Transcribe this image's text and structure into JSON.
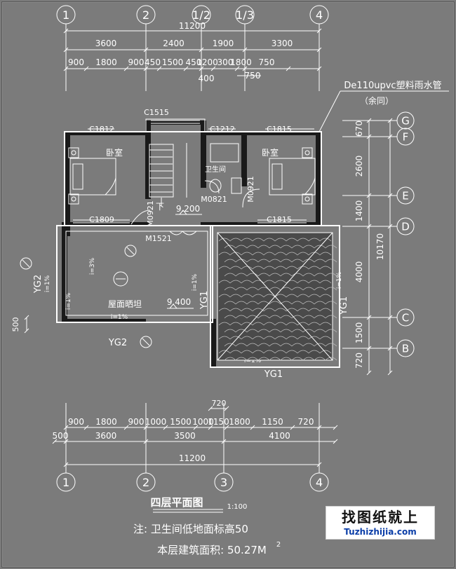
{
  "grid_top": [
    "1",
    "2",
    "1/2",
    "1/3",
    "4"
  ],
  "grid_bottom": [
    "1",
    "2",
    "3",
    "4"
  ],
  "grid_right": [
    "G",
    "F",
    "E",
    "D",
    "C",
    "B"
  ],
  "dims_top": {
    "total": "11200",
    "row1": [
      "3600",
      "2400",
      "1900",
      "3300"
    ],
    "row2": [
      "900",
      "1800",
      "900",
      "450",
      "1500",
      "450",
      "1200",
      "300",
      "1800",
      "750"
    ],
    "sub1": "750",
    "sub2": "400"
  },
  "dims_bottom": {
    "row0": "720",
    "row1": [
      "900",
      "1800",
      "900",
      "1000",
      "1500",
      "1000",
      "1150",
      "1800",
      "1150",
      "720"
    ],
    "row2": [
      "500",
      "3600",
      "3500",
      "4100"
    ],
    "total": "11200"
  },
  "dims_right": {
    "row": [
      "670",
      "2600",
      "1400",
      "4000",
      "1500",
      "720"
    ],
    "total": "10170"
  },
  "dim_left": "500",
  "pipe_note": {
    "line1": "De110upvc塑料雨水管",
    "line2": "（余同）"
  },
  "windows": [
    "C1515",
    "C1812",
    "C1212",
    "C1815",
    "C1809",
    "C1815"
  ],
  "doors": [
    "M0921",
    "M0821",
    "M0921",
    "M1521"
  ],
  "rooms": {
    "bedroom_left": "卧室",
    "bedroom_right": "卧室",
    "bathroom": "卫生间",
    "terrace": "屋面晒坦"
  },
  "stair_label": "下",
  "elevations": [
    "9.200",
    "9.400"
  ],
  "slopes": [
    "i=3%",
    "i=1%",
    "i=1%",
    "i=1%",
    "i=1%",
    "i=1%",
    "i=1%"
  ],
  "gutters": [
    "YG2",
    "YG2",
    "YG1",
    "YG1",
    "YG1"
  ],
  "title": "四层平面图",
  "scale": "1:100",
  "note": "注: 卫生间低地面标高50",
  "area": {
    "label": "本层建筑面积: 50.27M",
    "sup": "2"
  },
  "brand": {
    "name": "找图纸就上",
    "url": "Tuzhizhijia.com"
  }
}
